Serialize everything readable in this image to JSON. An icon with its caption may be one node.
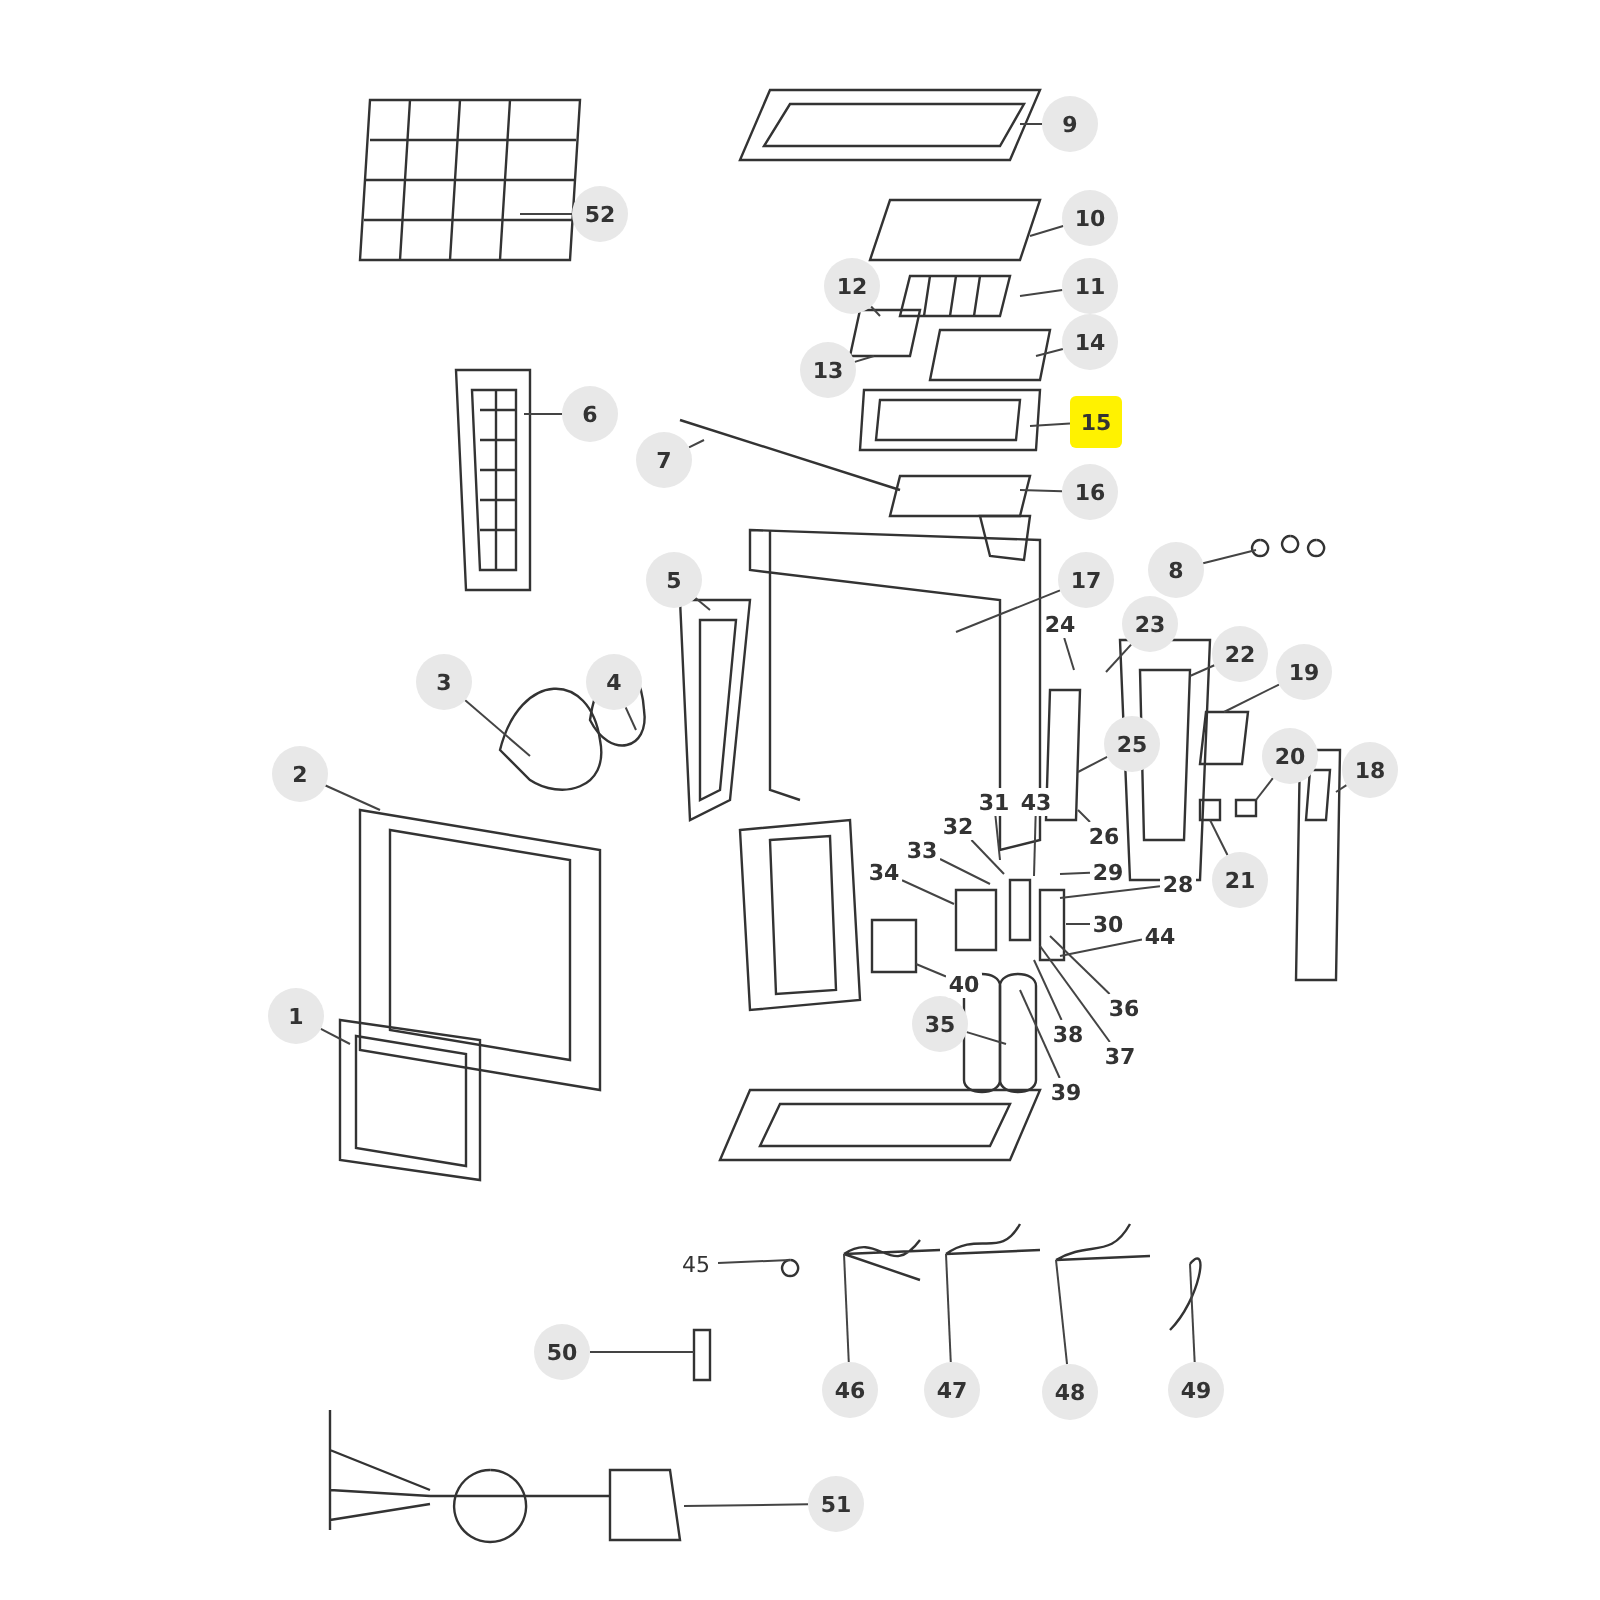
{
  "diagram": {
    "nodes": [
      {
        "text": [
          "1"
        ]
      },
      {
        "text": [
          "2"
        ]
      },
      {
        "text": [
          "3"
        ]
      },
      {
        "text": [
          "4"
        ]
      },
      {
        "text": [
          "5"
        ]
      },
      {
        "text": [
          "6"
        ]
      },
      {
        "text": [
          "7"
        ]
      },
      {
        "text": [
          "8"
        ]
      },
      {
        "text": [
          "9"
        ]
      },
      {
        "text": [
          "10"
        ]
      },
      {
        "text": [
          "11"
        ]
      },
      {
        "text": [
          "12"
        ]
      },
      {
        "text": [
          "13"
        ]
      },
      {
        "text": [
          "14"
        ]
      },
      {
        "text": [
          "15"
        ]
      },
      {
        "text": [
          "16"
        ]
      },
      {
        "text": [
          "17"
        ]
      },
      {
        "text": [
          "18"
        ]
      },
      {
        "text": [
          "19"
        ]
      },
      {
        "text": [
          "20"
        ]
      },
      {
        "text": [
          "21"
        ]
      },
      {
        "text": [
          "22"
        ]
      },
      {
        "text": [
          "23"
        ]
      },
      {
        "text": [
          "24"
        ]
      },
      {
        "text": [
          "25"
        ]
      },
      {
        "text": [
          "26"
        ]
      },
      {
        "text": [
          "28"
        ]
      },
      {
        "text": [
          "29"
        ]
      },
      {
        "text": [
          "30"
        ]
      },
      {
        "text": [
          "31"
        ]
      },
      {
        "text": [
          "32"
        ]
      },
      {
        "text": [
          "33"
        ]
      },
      {
        "text": [
          "34"
        ]
      },
      {
        "text": [
          "35"
        ]
      },
      {
        "text": [
          "36"
        ]
      },
      {
        "text": [
          "37"
        ]
      },
      {
        "text": [
          "38"
        ]
      },
      {
        "text": [
          "39"
        ]
      },
      {
        "text": [
          "40"
        ]
      },
      {
        "text": [
          "43"
        ]
      },
      {
        "text": [
          "44"
        ]
      },
      {
        "text": [
          "45"
        ]
      },
      {
        "text": [
          "46"
        ]
      },
      {
        "text": [
          "47"
        ]
      },
      {
        "text": [
          "48"
        ]
      },
      {
        "text": [
          "49"
        ]
      },
      {
        "text": [
          "50"
        ]
      },
      {
        "text": [
          "51"
        ]
      },
      {
        "text": [
          "52"
        ]
      }
    ],
    "edges": [
      {
        "from": 0,
        "to": null,
        "arrow": "none"
      },
      {
        "from": 1,
        "to": null,
        "arrow": "none"
      },
      {
        "from": 2,
        "to": null,
        "arrow": "none"
      },
      {
        "from": 3,
        "to": null,
        "arrow": "none"
      },
      {
        "from": 4,
        "to": null,
        "arrow": "none"
      },
      {
        "from": 5,
        "to": null,
        "arrow": "none"
      },
      {
        "from": 6,
        "to": null,
        "arrow": "none"
      },
      {
        "from": 7,
        "to": null,
        "arrow": "none"
      },
      {
        "from": 8,
        "to": null,
        "arrow": "none"
      },
      {
        "from": 9,
        "to": null,
        "arrow": "none"
      },
      {
        "from": 10,
        "to": null,
        "arrow": "none"
      },
      {
        "from": 11,
        "to": null,
        "arrow": "none"
      },
      {
        "from": 12,
        "to": null,
        "arrow": "none"
      },
      {
        "from": 13,
        "to": null,
        "arrow": "none"
      },
      {
        "from": 14,
        "to": null,
        "arrow": "none"
      },
      {
        "from": 15,
        "to": null,
        "arrow": "none"
      },
      {
        "from": 16,
        "to": null,
        "arrow": "none"
      },
      {
        "from": 17,
        "to": null,
        "arrow": "none"
      },
      {
        "from": 18,
        "to": null,
        "arrow": "none"
      },
      {
        "from": 19,
        "to": null,
        "arrow": "none"
      },
      {
        "from": 20,
        "to": null,
        "arrow": "none"
      },
      {
        "from": 21,
        "to": null,
        "arrow": "none"
      },
      {
        "from": 22,
        "to": null,
        "arrow": "none"
      },
      {
        "from": 23,
        "to": null,
        "arrow": "none"
      },
      {
        "from": 24,
        "to": null,
        "arrow": "none"
      },
      {
        "from": 25,
        "to": null,
        "arrow": "none"
      },
      {
        "from": 26,
        "to": null,
        "arrow": "none"
      },
      {
        "from": 27,
        "to": null,
        "arrow": "none"
      },
      {
        "from": 28,
        "to": null,
        "arrow": "none"
      },
      {
        "from": 29,
        "to": null,
        "arrow": "none"
      },
      {
        "from": 30,
        "to": null,
        "arrow": "none"
      },
      {
        "from": 31,
        "to": null,
        "arrow": "none"
      },
      {
        "from": 32,
        "to": null,
        "arrow": "none"
      },
      {
        "from": 33,
        "to": null,
        "arrow": "none"
      },
      {
        "from": 34,
        "to": null,
        "arrow": "none"
      },
      {
        "from": 35,
        "to": null,
        "arrow": "none"
      },
      {
        "from": 36,
        "to": null,
        "arrow": "none"
      },
      {
        "from": 37,
        "to": null,
        "arrow": "none"
      },
      {
        "from": 38,
        "to": null,
        "arrow": "none"
      },
      {
        "from": 39,
        "to": null,
        "arrow": "none"
      },
      {
        "from": 40,
        "to": null,
        "arrow": "none"
      },
      {
        "from": 41,
        "to": null,
        "arrow": "none"
      },
      {
        "from": 42,
        "to": null,
        "arrow": "none"
      },
      {
        "from": 43,
        "to": null,
        "arrow": "none"
      },
      {
        "from": 44,
        "to": null,
        "arrow": "none"
      },
      {
        "from": 45,
        "to": null,
        "arrow": "none"
      },
      {
        "from": 46,
        "to": null,
        "arrow": "none"
      },
      {
        "from": 47,
        "to": null,
        "arrow": "none"
      },
      {
        "from": 48,
        "to": null,
        "arrow": "none"
      }
    ]
  }
}
